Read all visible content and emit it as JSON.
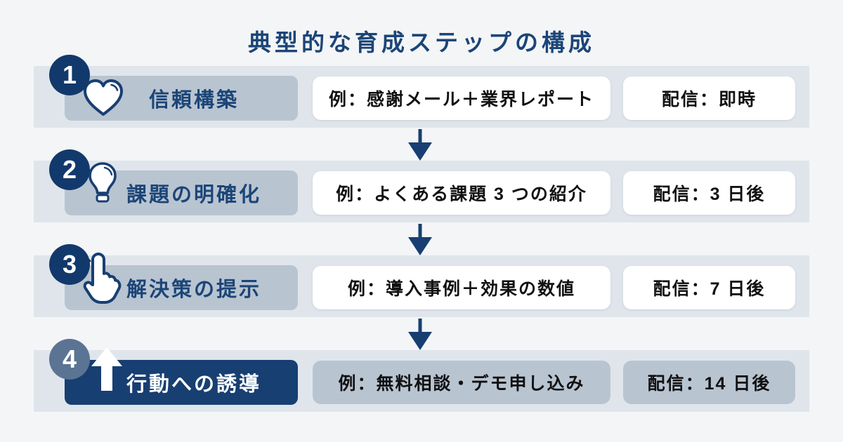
{
  "title": "典型的な育成ステップの構成",
  "colors": {
    "navy": "#173f72",
    "dark_circle": "#12396b",
    "steel_circle": "#5b7493",
    "band": "#dfe5eb",
    "chip": "#b9c4d1",
    "box_white": "#ffffff",
    "background": "#f4f5f7",
    "body_text": "#111111"
  },
  "connector_icon": "down-arrow-icon",
  "steps": [
    {
      "number": "1",
      "icon": "heart-icon",
      "label": "信頼構築",
      "example": "例：感謝メール＋業界レポート",
      "delivery": "配信：即時",
      "highlight": false
    },
    {
      "number": "2",
      "icon": "lightbulb-icon",
      "label": "課題の明確化",
      "example": "例：よくある課題 3 つの紹介",
      "delivery": "配信：3 日後",
      "highlight": false
    },
    {
      "number": "3",
      "icon": "pointer-hand-icon",
      "label": "解決策の提示",
      "example": "例：導入事例＋効果の数値",
      "delivery": "配信：7 日後",
      "highlight": false
    },
    {
      "number": "4",
      "icon": "up-arrow-icon",
      "label": "行動への誘導",
      "example": "例：無料相談・デモ申し込み",
      "delivery": "配信：14 日後",
      "highlight": true
    }
  ]
}
